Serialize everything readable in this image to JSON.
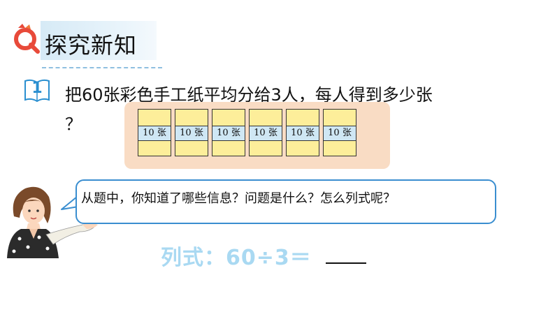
{
  "section": {
    "title": "探究新知"
  },
  "problem": {
    "number": "1",
    "text_line1": "把60张彩色手工纸平均分给3人，每人得到多少张",
    "text_line2": "？"
  },
  "papers": [
    {
      "label": "10 张"
    },
    {
      "label": "10 张"
    },
    {
      "label": "10 张"
    },
    {
      "label": "10 张"
    },
    {
      "label": "10 张"
    },
    {
      "label": "10 张"
    }
  ],
  "speech_bubble": {
    "text": "从题中，你知道了哪些信息？问题是什么？怎么列式呢？"
  },
  "formula": {
    "text": "列式：60÷3＝"
  },
  "colors": {
    "accent_blue": "#3a8ed0",
    "paper_yellow": "#fdee9a",
    "panel_peach": "#f9dcc4",
    "formula_blue": "#a9d9f2"
  }
}
